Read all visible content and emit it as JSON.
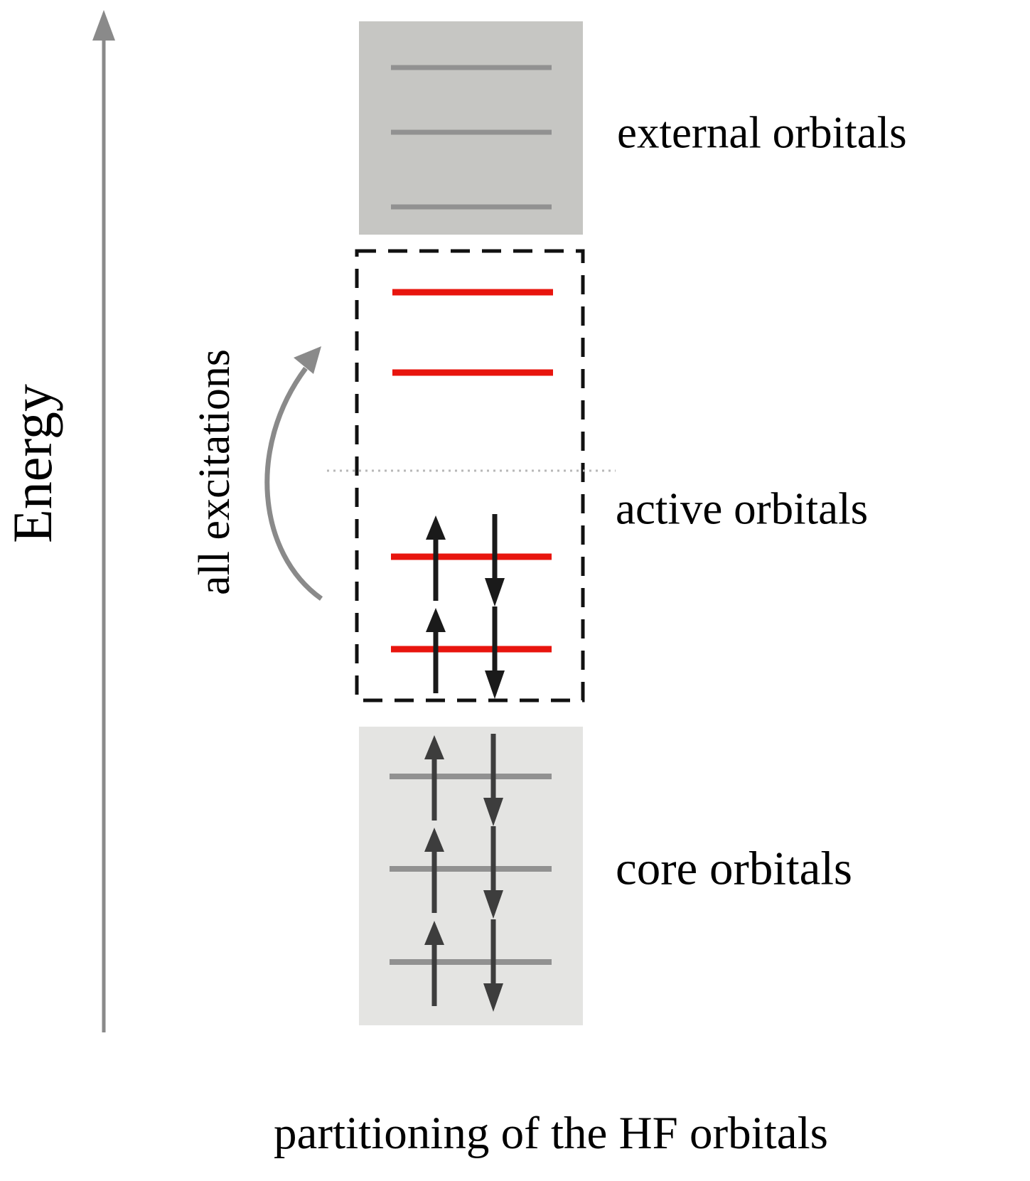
{
  "caption": "partitioning of the HF orbitals",
  "energy_axis": {
    "label": "Energy"
  },
  "excitation_arrow": {
    "label": "all excitations"
  },
  "regions": {
    "external": {
      "label": "external orbitals",
      "levels": 3,
      "occupied": false
    },
    "active": {
      "label": "active orbitals",
      "virtual_levels": 2,
      "occupied_levels": 2
    },
    "core": {
      "label": "core orbitals",
      "levels": 3,
      "occupied": true
    }
  },
  "colors": {
    "active_red": "#e8150e",
    "external_box": "#c6c6c3",
    "core_box": "#e4e4e2",
    "level_gray": "#919191",
    "axis_gray": "#8a8a8a",
    "electron_black": "#1a1a1a",
    "core_electron": "#3d3d3d",
    "fermi_gray": "#b8b8b8",
    "text_black": "#000000"
  }
}
